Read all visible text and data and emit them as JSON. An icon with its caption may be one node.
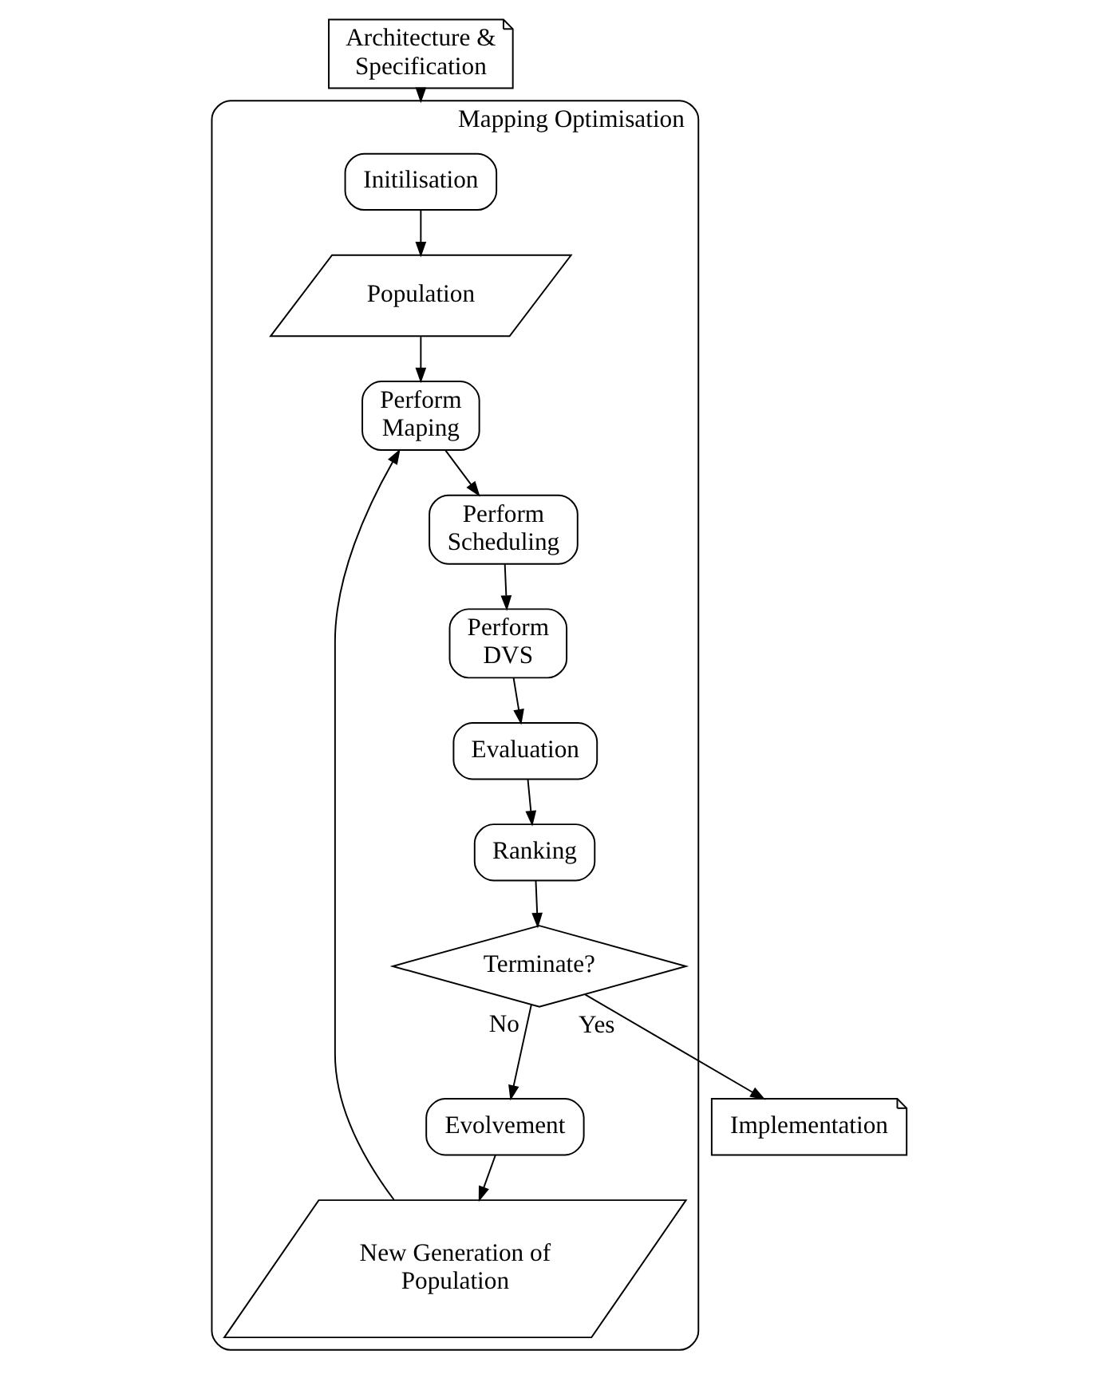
{
  "diagram": {
    "nodes": [
      {
        "text": [
          "Architecture & Specification"
        ]
      },
      {
        "text": [
          "Mapping Optimisation"
        ]
      },
      {
        "text": [
          "Initilisation"
        ],
        "in": 1
      },
      {
        "text": [
          "Population"
        ],
        "in": 1
      },
      {
        "text": [
          "Perform Maping"
        ],
        "in": 1
      },
      {
        "text": [
          "Perform Scheduling"
        ],
        "in": 1
      },
      {
        "text": [
          "Perform DVS"
        ],
        "in": 1
      },
      {
        "text": [
          "Evaluation"
        ],
        "in": 1
      },
      {
        "text": [
          "Ranking"
        ],
        "in": 1
      },
      {
        "text": [
          "Terminate?"
        ],
        "in": 1
      },
      {
        "text": [
          "Evolvement"
        ],
        "in": 1
      },
      {
        "text": [
          "New Generation of Population"
        ],
        "in": 1
      },
      {
        "text": [
          "Implementation"
        ]
      }
    ],
    "edges": [
      {
        "from": 0,
        "to": 1,
        "arrow": "to"
      },
      {
        "from": 2,
        "to": 3,
        "arrow": "to"
      },
      {
        "from": 3,
        "to": 4,
        "arrow": "to"
      },
      {
        "from": 4,
        "to": 5,
        "arrow": "to"
      },
      {
        "from": 5,
        "to": 6,
        "arrow": "to"
      },
      {
        "from": 6,
        "to": 7,
        "arrow": "to"
      },
      {
        "from": 7,
        "to": 8,
        "arrow": "to"
      },
      {
        "from": 8,
        "to": 9,
        "arrow": "to"
      },
      {
        "from": 9,
        "to": 10,
        "label": "No",
        "arrow": "to"
      },
      {
        "from": 10,
        "to": 11,
        "arrow": "to"
      },
      {
        "from": 11,
        "to": 4,
        "arrow": "to"
      },
      {
        "from": 9,
        "to": 12,
        "label": "Yes",
        "arrow": "to"
      }
    ]
  }
}
